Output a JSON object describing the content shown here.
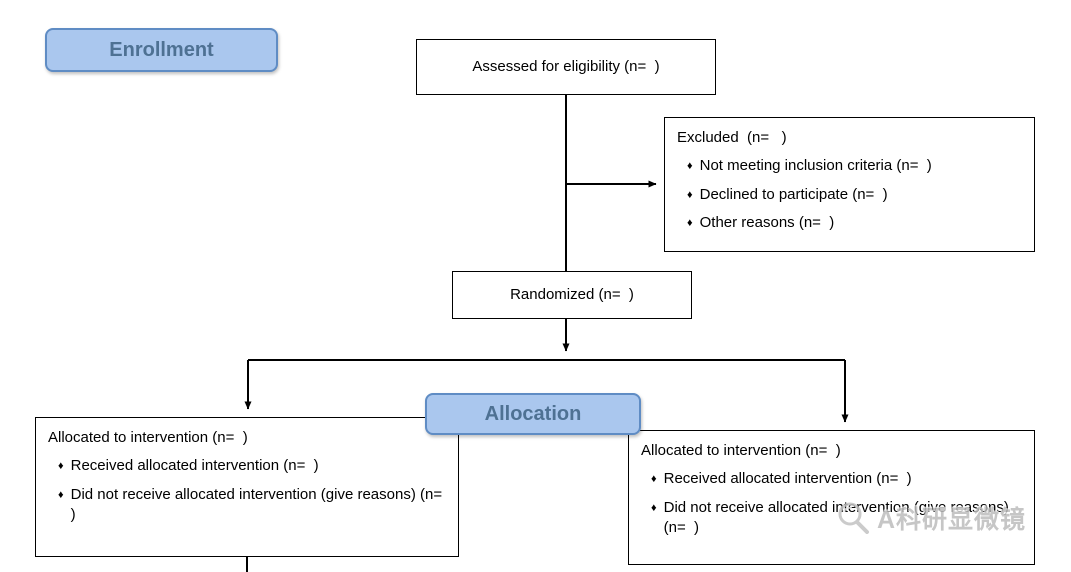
{
  "diagram": {
    "bullet": "♦",
    "stage_labels": {
      "enrollment": "Enrollment",
      "allocation": "Allocation"
    },
    "boxes": {
      "assessed": "Assessed for eligibility (n=  )",
      "excluded": {
        "title": "Excluded  (n=   )",
        "items": [
          "Not meeting inclusion criteria (n=  )",
          "Declined to participate (n=  )",
          "Other reasons (n=  )"
        ]
      },
      "randomized": "Randomized (n=  )",
      "allocation_left": {
        "title": "Allocated to intervention (n=  )",
        "items": [
          "Received allocated intervention (n=  )",
          "Did not receive allocated intervention (give reasons) (n=  )"
        ]
      },
      "allocation_right": {
        "title": "Allocated to intervention (n=  )",
        "items": [
          "Received allocated intervention (n=  )",
          "Did not receive allocated intervention (give reasons) (n=  )"
        ]
      }
    },
    "watermark": "A科研显微镜",
    "colors": {
      "label_fill": "#aac7ee",
      "label_border": "#5f8cc4",
      "label_text": "#4e7193",
      "box_border": "#000000",
      "watermark_text": "#bdbdbd"
    }
  }
}
